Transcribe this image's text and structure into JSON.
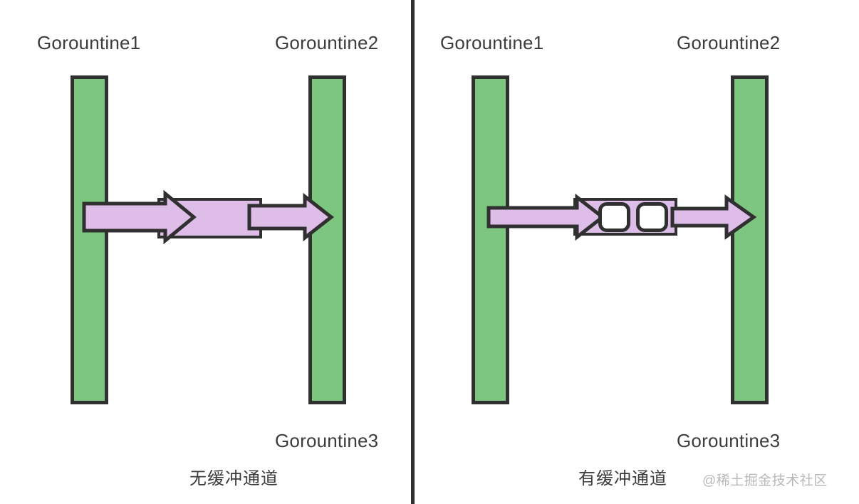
{
  "diagram": {
    "title_unbuffered": "无缓冲通道",
    "title_buffered": "有缓冲通道",
    "watermark": "@稀土掘金技术社区",
    "colors": {
      "goroutine_bar": "#7CC67F",
      "channel_fill": "#DEBDE9",
      "outline": "#303030",
      "buffer_slot": "#FFFFFF",
      "text": "#3C3C3C",
      "watermark": "#B8B8B8",
      "background": "#FFFFFF"
    }
  },
  "panels": [
    {
      "id": "unbuffered",
      "caption": "无缓冲通道",
      "producer_label": "Gorountine1",
      "consumer_label": "Gorountine2",
      "channel_label": "Gorountine3",
      "buffer_slots": 0,
      "arrows": [
        {
          "name": "send-arrow",
          "direction": "right"
        },
        {
          "name": "receive-arrow",
          "direction": "right"
        }
      ]
    },
    {
      "id": "buffered",
      "caption": "有缓冲通道",
      "producer_label": "Gorountine1",
      "consumer_label": "Gorountine2",
      "channel_label": "Gorountine3",
      "buffer_slots": 2,
      "arrows": [
        {
          "name": "send-arrow",
          "direction": "right"
        },
        {
          "name": "receive-arrow",
          "direction": "right"
        }
      ]
    }
  ]
}
